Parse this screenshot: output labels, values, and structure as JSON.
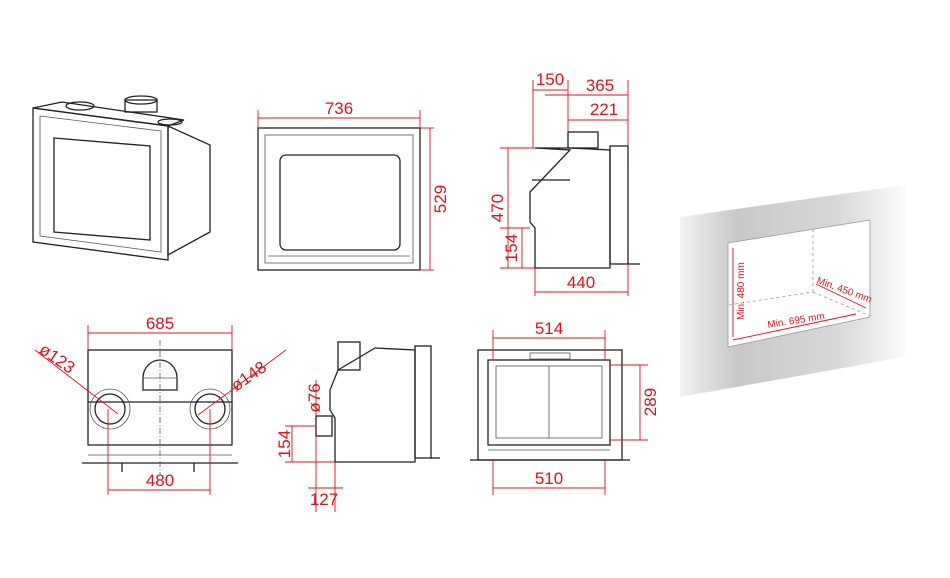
{
  "colors": {
    "dimension": "#e0101a",
    "line": "#222222",
    "wall": "#cccccc"
  },
  "front_view": {
    "width": "736",
    "height": "529"
  },
  "side_view": {
    "top_offset": "150",
    "top_depth": "365",
    "flue_offset": "221",
    "height": "470",
    "inlet_height": "154",
    "depth": "440"
  },
  "rear_view": {
    "width": "685",
    "left_diameter": "ø123",
    "right_diameter": "ø148",
    "spacing": "480"
  },
  "side_view_2": {
    "inlet_height": "154",
    "inlet_offset": "127",
    "diameter": "ø76"
  },
  "top_view": {
    "width_top": "514",
    "width_bottom": "510",
    "depth": "289"
  },
  "niche": {
    "height": "Min. 480 mm",
    "width": "Min. 695 mm",
    "depth": "Min. 450 mm"
  }
}
